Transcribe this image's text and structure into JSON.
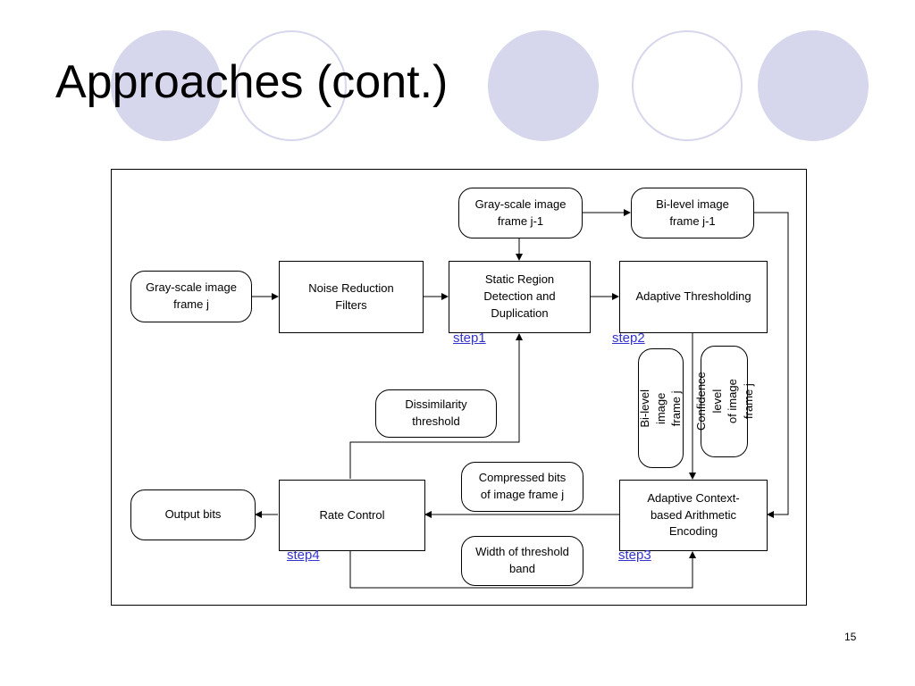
{
  "slide": {
    "title": "Approaches (cont.)",
    "number": "15"
  },
  "diagram": {
    "nodes": {
      "grayscale_prev": "Gray-scale image\nframe j-1",
      "bilevel_prev": "Bi-level image\nframe j-1",
      "grayscale_current": "Gray-scale image\nframe j",
      "noise_reduction": "Noise Reduction\nFilters",
      "static_region": "Static Region\nDetection and\nDuplication",
      "adaptive_thresholding": "Adaptive Thresholding",
      "dissimilarity": "Dissimilarity\nthreshold",
      "bilevel_current": "Bi-level\nimage frame j",
      "confidence_level": "Confidence level\nof image frame j",
      "compressed_bits": "Compressed bits\nof image frame j",
      "acbae": "Adaptive Context-\nbased Arithmetic\nEncoding",
      "output_bits": "Output bits",
      "rate_control": "Rate Control",
      "threshold_width": "Width of threshold\nband"
    },
    "steps": {
      "step1": "step1",
      "step2": "step2",
      "step3": "step3",
      "step4": "step4"
    }
  },
  "colors": {
    "circle_fill": "#d6d6ec",
    "link": "#3333cc"
  }
}
